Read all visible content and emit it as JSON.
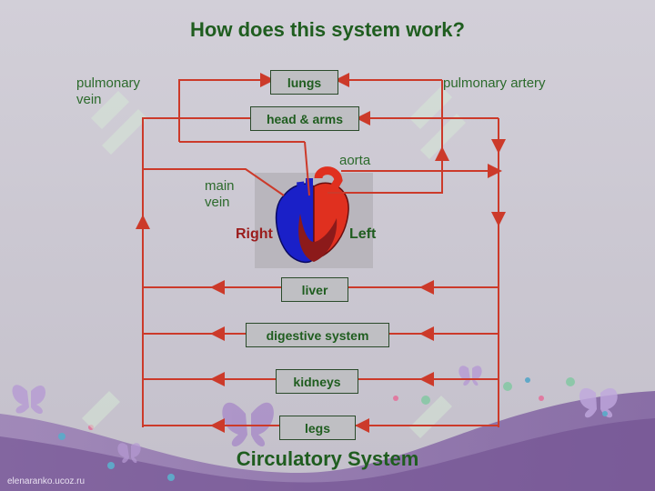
{
  "title": "How does this system work?",
  "subtitle": "Circulatory System",
  "credit": "elenaranko.ucoz.ru",
  "labels": {
    "pulmonary_vein": "pulmonary vein",
    "pulmonary_artery": "pulmonary artery",
    "aorta": "aorta",
    "main_vein": "main vein",
    "right": "Right",
    "left": "Left"
  },
  "organs": {
    "lungs": "lungs",
    "head_arms": "head & arms",
    "liver": "liver",
    "digestive": "digestive system",
    "kidneys": "kidneys",
    "legs": "legs"
  },
  "colors": {
    "vessel": "#cc3a2a",
    "title": "#1f5d1f",
    "right_side": "#9b1c1c",
    "left_side": "#1f5d1f"
  }
}
